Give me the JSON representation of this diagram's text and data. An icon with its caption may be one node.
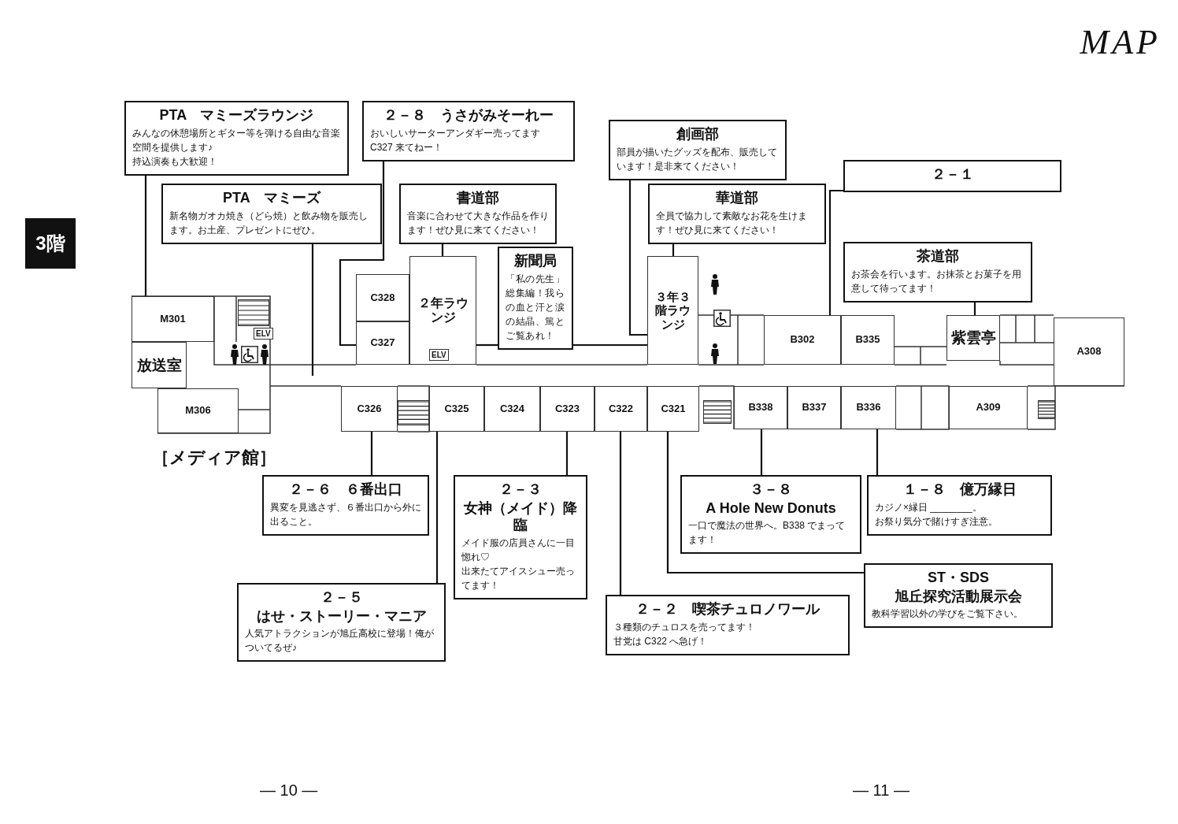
{
  "diagram": {
    "title": "MAP",
    "nodes": [
      {
        "text": [
          "PTA　マミーズラウンジ",
          "みんなの休憩場所とギター等を弾ける自由な音楽空間を提供します♪",
          "持込演奏も大歓迎！"
        ]
      },
      {
        "text": [
          "２－８　うさがみそーれー",
          "おいしいサーターアンダギー売ってます",
          "C327 来てねー！"
        ]
      },
      {
        "text": [
          "創画部",
          "部員が描いたグッズを配布、販売しています！是非来てください！"
        ]
      },
      {
        "text": [
          "PTA　マミーズ",
          "新名物ガオカ焼き（どら焼）と飲み物を販売します。お土産、プレゼントにぜひ。"
        ]
      },
      {
        "text": [
          "書道部",
          "音楽に合わせて大きな作品を作ります！ぜひ見に来てください！"
        ]
      },
      {
        "text": [
          "華道部",
          "全員で協力して素敵なお花を生けます！ぜひ見に来てください！"
        ]
      },
      {
        "text": [
          "２－１"
        ]
      },
      {
        "text": [
          "茶道部",
          "お茶会を行います。お抹茶とお菓子を用意して待ってます！"
        ]
      },
      {
        "text": [
          "新聞局",
          "「私の先生」総集編！我らの血と汗と涙の結晶、篤とご覧あれ！"
        ]
      },
      {
        "text": [
          "M301"
        ]
      },
      {
        "text": [
          "放送室"
        ]
      },
      {
        "text": [
          "C328"
        ]
      },
      {
        "text": [
          "C327"
        ]
      },
      {
        "text": [
          "２年ラウンジ"
        ]
      },
      {
        "text": [
          "３年３階ラウンジ"
        ]
      },
      {
        "text": [
          "B302"
        ]
      },
      {
        "text": [
          "B335"
        ]
      },
      {
        "text": [
          "紫雲亭"
        ]
      },
      {
        "text": [
          "A308"
        ]
      },
      {
        "text": [
          "M306"
        ]
      },
      {
        "text": [
          "C326"
        ]
      },
      {
        "text": [
          "C325"
        ]
      },
      {
        "text": [
          "C324"
        ]
      },
      {
        "text": [
          "C323"
        ]
      },
      {
        "text": [
          "C322"
        ]
      },
      {
        "text": [
          "C321"
        ]
      },
      {
        "text": [
          "B338"
        ]
      },
      {
        "text": [
          "B337"
        ]
      },
      {
        "text": [
          "B336"
        ]
      },
      {
        "text": [
          "A309"
        ]
      },
      {
        "text": [
          "２－６　６番出口",
          "異変を見逃さず、６番出口から外に出ること。"
        ]
      },
      {
        "text": [
          "２－３",
          "女神（メイド）降臨",
          "メイド服の店員さんに一目惚れ♡",
          "出来たてアイスシュー売ってます！"
        ]
      },
      {
        "text": [
          "３－８",
          "A Hole New Donuts",
          "一口で魔法の世界へ。B338 でまってます！"
        ]
      },
      {
        "text": [
          "１－８　億万縁日",
          "カジノ×縁日 ________。",
          "お祭り気分で賭けすぎ注意。"
        ]
      },
      {
        "text": [
          "２－５",
          "はせ・ストーリー・マニア",
          "人気アトラクションが旭丘高校に登場！俺がついてるぜ♪"
        ]
      },
      {
        "text": [
          "ST・SDS",
          "旭丘探究活動展示会",
          "教科学習以外の学びをご覧下さい。"
        ]
      },
      {
        "text": [
          "２－２　喫茶チュロノワール",
          "３種類のチュロスを売ってます！",
          "甘党は C322 へ急げ！"
        ]
      }
    ],
    "edges": [
      {
        "from": 0,
        "to": 9,
        "arrow": "none"
      },
      {
        "from": 3,
        "to": null,
        "arrow": "none"
      },
      {
        "from": 1,
        "to": 12,
        "arrow": "none"
      },
      {
        "from": 4,
        "to": 13,
        "arrow": "none"
      },
      {
        "from": 8,
        "to": 13,
        "arrow": "none"
      },
      {
        "from": 8,
        "to": 14,
        "arrow": "none"
      },
      {
        "from": 2,
        "to": 14,
        "arrow": "none"
      },
      {
        "from": 5,
        "to": 14,
        "arrow": "none"
      },
      {
        "from": 6,
        "to": 15,
        "arrow": "none"
      },
      {
        "from": 7,
        "to": 17,
        "arrow": "none"
      },
      {
        "from": 30,
        "to": 20,
        "arrow": "none"
      },
      {
        "from": 34,
        "to": 21,
        "arrow": "none"
      },
      {
        "from": 31,
        "to": 23,
        "arrow": "none"
      },
      {
        "from": 36,
        "to": 24,
        "arrow": "none"
      },
      {
        "from": 35,
        "to": 25,
        "arrow": "none"
      },
      {
        "from": 32,
        "to": 26,
        "arrow": "none"
      },
      {
        "from": 33,
        "to": 28,
        "arrow": "none"
      }
    ],
    "labels": [
      "3階",
      "ELV",
      "ELV",
      "［メディア館］",
      "— 10 —",
      "— 11 —"
    ]
  }
}
